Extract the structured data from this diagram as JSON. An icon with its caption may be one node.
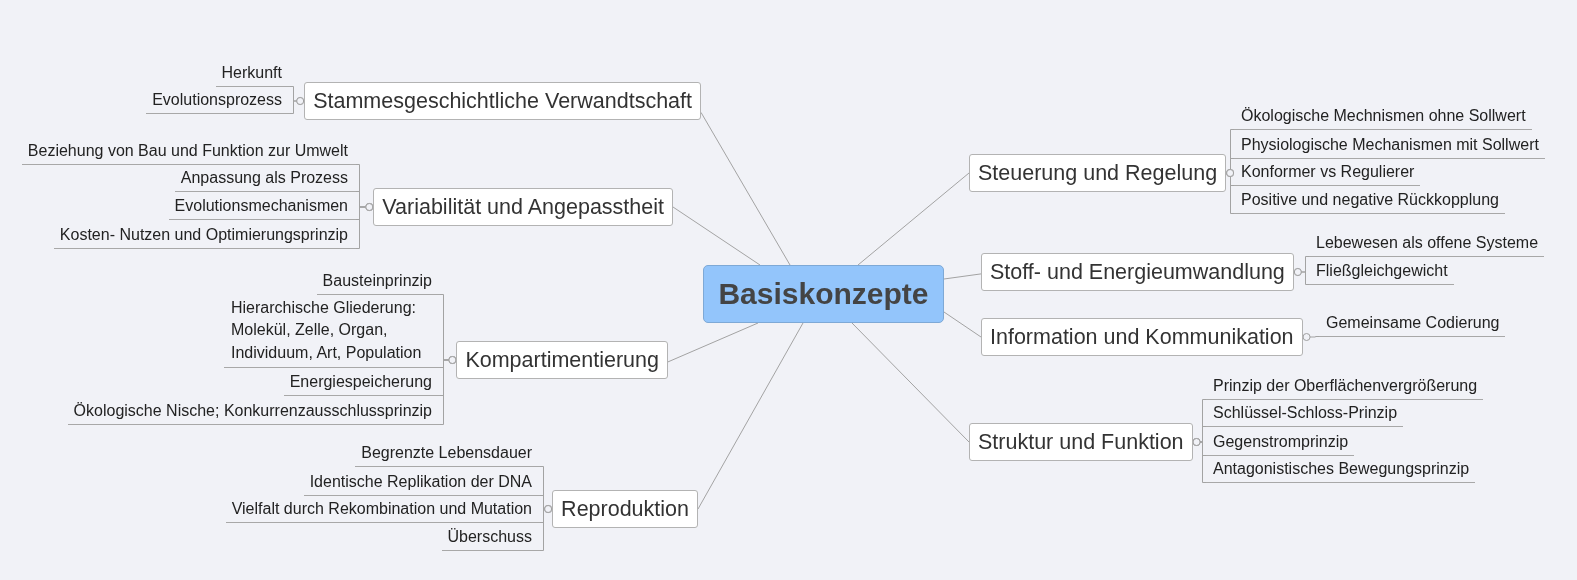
{
  "diagram": {
    "nodes": [
      {
        "text": [
          "Basiskonzepte"
        ]
      },
      {
        "text": [
          "Stammesgeschichtliche Verwandtschaft"
        ]
      },
      {
        "text": [
          "Herkunft"
        ]
      },
      {
        "text": [
          "Evolutionsprozess"
        ]
      },
      {
        "text": [
          "Variabilität und Angepasstheit"
        ]
      },
      {
        "text": [
          "Beziehung von Bau und Funktion zur Umwelt"
        ]
      },
      {
        "text": [
          "Anpassung als Prozess"
        ]
      },
      {
        "text": [
          "Evolutionsmechanismen"
        ]
      },
      {
        "text": [
          "Kosten- Nutzen und Optimierungsprinzip"
        ]
      },
      {
        "text": [
          "Kompartimentierung"
        ]
      },
      {
        "text": [
          "Bausteinprinzip"
        ]
      },
      {
        "text": [
          "Hierarchische Gliederung: Molekül, Zelle, Organ, Individuum, Art, Population"
        ]
      },
      {
        "text": [
          "Energiespeicherung"
        ]
      },
      {
        "text": [
          "Ökologische Nische; Konkurrenzausschlussprinzip"
        ]
      },
      {
        "text": [
          "Reproduktion"
        ]
      },
      {
        "text": [
          "Begrenzte Lebensdauer"
        ]
      },
      {
        "text": [
          "Identische Replikation der DNA"
        ]
      },
      {
        "text": [
          "Vielfalt durch Rekombination und Mutation"
        ]
      },
      {
        "text": [
          "Überschuss"
        ]
      },
      {
        "text": [
          "Steuerung und Regelung"
        ]
      },
      {
        "text": [
          "Ökologische Mechnismen ohne Sollwert"
        ]
      },
      {
        "text": [
          "Physiologische Mechanismen mit Sollwert"
        ]
      },
      {
        "text": [
          "Konformer vs Regulierer"
        ]
      },
      {
        "text": [
          "Positive und negative Rückkopplung"
        ]
      },
      {
        "text": [
          "Stoff- und Energieumwandlung"
        ]
      },
      {
        "text": [
          "Lebewesen als offene Systeme"
        ]
      },
      {
        "text": [
          "Fließgleichgewicht"
        ]
      },
      {
        "text": [
          "Information und Kommunikation"
        ]
      },
      {
        "text": [
          "Gemeinsame Codierung"
        ]
      },
      {
        "text": [
          "Struktur und Funktion"
        ]
      },
      {
        "text": [
          "Prinzip der Oberflächenvergrößerung"
        ]
      },
      {
        "text": [
          "Schlüssel-Schloss-Prinzip"
        ]
      },
      {
        "text": [
          "Gegenstromprinzip"
        ]
      },
      {
        "text": [
          "Antagonistisches Bewegungsprinzip"
        ]
      }
    ],
    "edges": [
      {
        "from": 0,
        "to": 1,
        "arrow": "none"
      },
      {
        "from": 0,
        "to": 4,
        "arrow": "none"
      },
      {
        "from": 0,
        "to": 9,
        "arrow": "none"
      },
      {
        "from": 0,
        "to": 14,
        "arrow": "none"
      },
      {
        "from": 0,
        "to": 19,
        "arrow": "none"
      },
      {
        "from": 0,
        "to": 24,
        "arrow": "none"
      },
      {
        "from": 0,
        "to": 27,
        "arrow": "none"
      },
      {
        "from": 0,
        "to": 29,
        "arrow": "none"
      },
      {
        "from": 1,
        "to": 2,
        "arrow": "other"
      },
      {
        "from": 1,
        "to": 3,
        "arrow": "other"
      },
      {
        "from": 4,
        "to": 5,
        "arrow": "other"
      },
      {
        "from": 4,
        "to": 6,
        "arrow": "other"
      },
      {
        "from": 4,
        "to": 7,
        "arrow": "other"
      },
      {
        "from": 4,
        "to": 8,
        "arrow": "other"
      },
      {
        "from": 9,
        "to": 10,
        "arrow": "other"
      },
      {
        "from": 9,
        "to": 11,
        "arrow": "other"
      },
      {
        "from": 9,
        "to": 12,
        "arrow": "other"
      },
      {
        "from": 9,
        "to": 13,
        "arrow": "other"
      },
      {
        "from": 14,
        "to": 15,
        "arrow": "other"
      },
      {
        "from": 14,
        "to": 16,
        "arrow": "other"
      },
      {
        "from": 14,
        "to": 17,
        "arrow": "other"
      },
      {
        "from": 14,
        "to": 18,
        "arrow": "other"
      },
      {
        "from": 19,
        "to": 20,
        "arrow": "other"
      },
      {
        "from": 19,
        "to": 21,
        "arrow": "other"
      },
      {
        "from": 19,
        "to": 22,
        "arrow": "other"
      },
      {
        "from": 19,
        "to": 23,
        "arrow": "other"
      },
      {
        "from": 24,
        "to": 25,
        "arrow": "other"
      },
      {
        "from": 24,
        "to": 26,
        "arrow": "other"
      },
      {
        "from": 27,
        "to": 28,
        "arrow": "other"
      },
      {
        "from": 29,
        "to": 30,
        "arrow": "other"
      },
      {
        "from": 29,
        "to": 31,
        "arrow": "other"
      },
      {
        "from": 29,
        "to": 32,
        "arrow": "other"
      },
      {
        "from": 29,
        "to": 33,
        "arrow": "other"
      }
    ]
  }
}
